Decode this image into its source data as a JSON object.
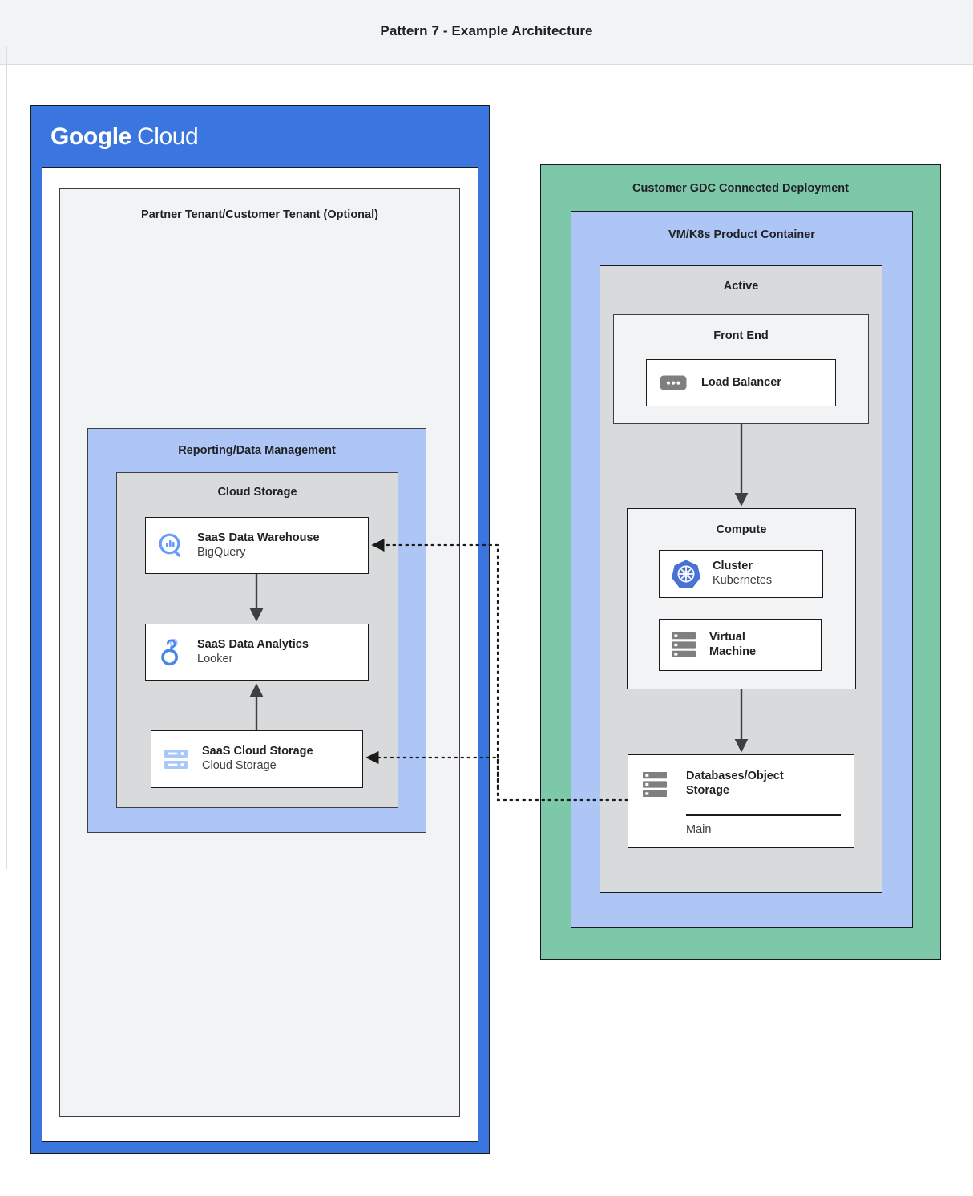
{
  "header": {
    "title": "Pattern 7 - Example Architecture"
  },
  "left_cloud": {
    "logo_bold": "Google",
    "logo_light": "Cloud",
    "brand_color": "#3b76e0",
    "tenant_title": "Partner Tenant/Customer Tenant (Optional)",
    "reporting_title": "Reporting/Data Management",
    "reporting_color": "#aec6f6",
    "cloud_storage_title": "Cloud Storage",
    "cloud_storage_color": "#d9dadc",
    "services": [
      {
        "icon": "bigquery-icon",
        "name": "SaaS Data Warehouse",
        "product": "BigQuery"
      },
      {
        "icon": "looker-icon",
        "name": "SaaS Data Analytics",
        "product": "Looker"
      },
      {
        "icon": "cloud-storage-icon",
        "name": "SaaS Cloud Storage",
        "product": "Cloud Storage"
      }
    ]
  },
  "right_deployment": {
    "gdc_title": "Customer GDC Connected Deployment",
    "gdc_color": "#7ec8aa",
    "container_title": "VM/K8s Product Container",
    "container_color": "#aec6f6",
    "active_title": "Active",
    "active_color": "#d9dadc",
    "frontend_title": "Front End",
    "load_balancer": {
      "icon": "load-balancer-icon",
      "name": "Load Balancer"
    },
    "compute_title": "Compute",
    "compute_services": [
      {
        "icon": "kubernetes-icon",
        "name": "Cluster",
        "product": "Kubernetes"
      },
      {
        "icon": "virtual-machine-icon",
        "name_line1": "Virtual",
        "name_line2": "Machine"
      }
    ],
    "database": {
      "icon": "database-storage-icon",
      "name_line1": "Databases/Object",
      "name_line2": "Storage",
      "instance": "Main"
    }
  },
  "connectors": {
    "solid_color": "#3c4043",
    "dotted_color": "#1a1a1a",
    "flows": [
      {
        "from": "SaaS Data Warehouse",
        "to": "SaaS Data Analytics",
        "style": "solid"
      },
      {
        "from": "SaaS Cloud Storage",
        "to": "SaaS Data Analytics",
        "style": "solid"
      },
      {
        "from": "Load Balancer",
        "to": "Compute",
        "style": "solid"
      },
      {
        "from": "Compute",
        "to": "Databases/Object Storage",
        "style": "solid"
      },
      {
        "from": "Databases/Object Storage",
        "to": "SaaS Data Warehouse",
        "style": "dotted"
      },
      {
        "from": "Databases/Object Storage",
        "to": "SaaS Cloud Storage",
        "style": "dotted"
      }
    ]
  }
}
